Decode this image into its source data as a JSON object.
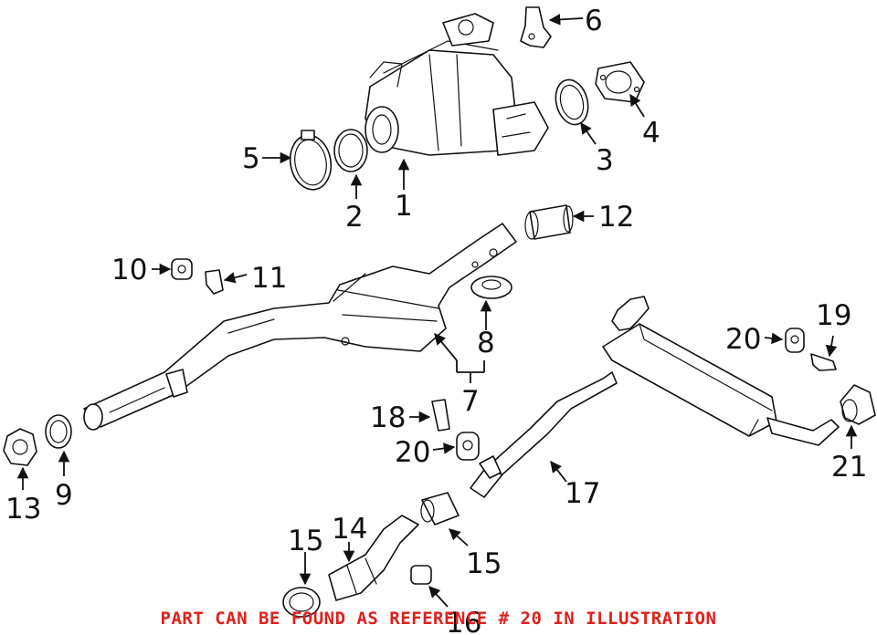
{
  "callouts": {
    "c1": "1",
    "c2": "2",
    "c3": "3",
    "c4": "4",
    "c5": "5",
    "c6": "6",
    "c7": "7",
    "c8": "8",
    "c9": "9",
    "c10": "10",
    "c11": "11",
    "c12": "12",
    "c13": "13",
    "c14": "14",
    "c15a": "15",
    "c15b": "15",
    "c16": "16",
    "c17": "17",
    "c18": "18",
    "c19": "19",
    "c20a": "20",
    "c20b": "20",
    "c21": "21"
  },
  "caption": "PART CAN BE FOUND AS REFERENCE # 20 IN ILLUSTRATION",
  "colors": {
    "ink": "#111111",
    "caption": "#e0201b",
    "background": "#ffffff"
  }
}
